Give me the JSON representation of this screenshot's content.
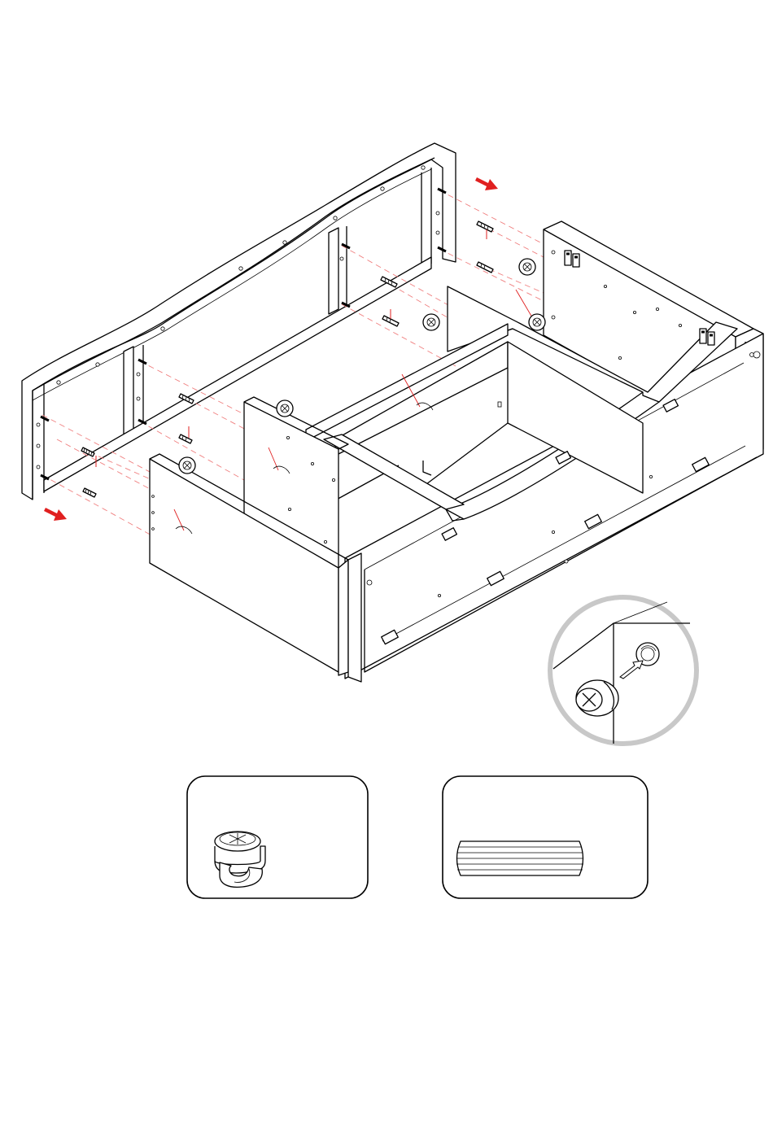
{
  "colors": {
    "line": "#000000",
    "accent": "#e02020",
    "guide": "#f08080",
    "magnifier": "#c8c8c8"
  },
  "parts": {
    "headboard": "headboard-panel",
    "drawer_box": "drawer-frame",
    "cam_lock": "cam-lock-fitting",
    "dowel": "wood-dowel"
  },
  "legend": [
    {
      "part": "cam-lock",
      "icon": "cam-lock-icon"
    },
    {
      "part": "wood-dowel",
      "icon": "dowel-icon"
    }
  ]
}
